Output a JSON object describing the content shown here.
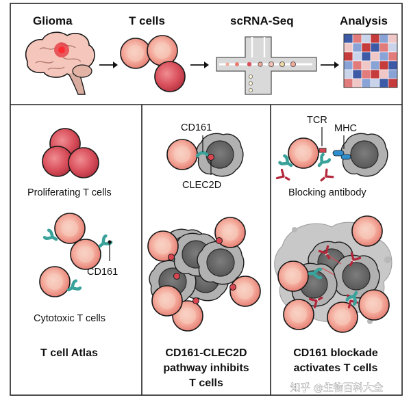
{
  "pipeline": {
    "steps": [
      {
        "label": "Glioma"
      },
      {
        "label": "T cells"
      },
      {
        "label": "scRNA-Seq"
      },
      {
        "label": "Analysis"
      }
    ]
  },
  "panels": {
    "atlas": {
      "proliferating_label": "Proliferating T cells",
      "cd161_label": "CD161",
      "cytotoxic_label": "Cytotoxic T cells",
      "title": "T cell Atlas"
    },
    "pathway": {
      "cd161_label": "CD161",
      "clec2d_label": "CLEC2D",
      "title_lines": [
        "CD161-CLEC2D",
        "pathway inhibits",
        "T cells"
      ]
    },
    "blockade": {
      "tcr_label": "TCR",
      "mhc_label": "MHC",
      "antibody_label": "Blocking antibody",
      "title_lines": [
        "CD161 blockade",
        "activates T cells"
      ]
    }
  },
  "watermark": "知乎 @生物百科大全",
  "colors": {
    "t_cell_fill": "#f2a99a",
    "t_cell_core": "#e87c70",
    "proliferating_fill": "#d9505c",
    "tumor_fill": "#6f6f6f",
    "tumor_halo": "#a6a6a6",
    "receptor_teal": "#3aa29a",
    "ligand_red": "#d84651",
    "antibody_red": "#b3263a",
    "mhc_blue": "#2f8fce"
  }
}
